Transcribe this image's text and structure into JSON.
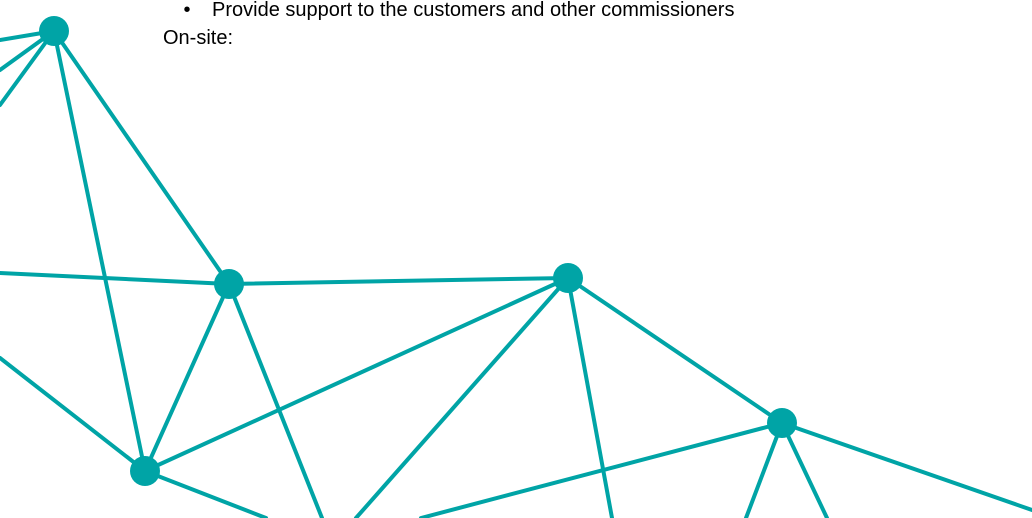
{
  "document": {
    "bullet_marker": "•",
    "bullet_text": "Provide support to the customers and other commissioners",
    "onsite_label": "On-site:"
  },
  "decoration": {
    "type": "network-graphic",
    "line_color": "#00a4a6",
    "node_color": "#00a4a6"
  }
}
